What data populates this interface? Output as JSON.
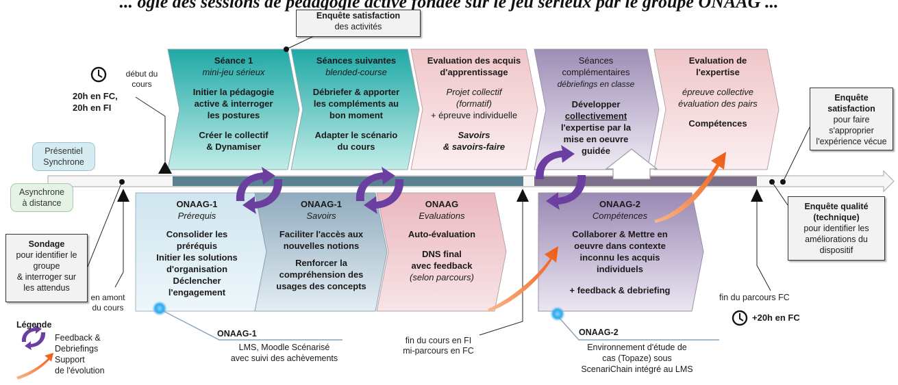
{
  "title": "... ogie des sessions de pédagogie active fondée sur le jeu sérieux par le groupe ONAAG ...",
  "top_survey": {
    "title": "Enquête satisfaction",
    "sub": "des activités"
  },
  "clock_left": {
    "l1": "20h en FC,",
    "l2": "20h en FI"
  },
  "start_label": {
    "l1": "début du",
    "l2": "cours"
  },
  "mode_sync": {
    "l1": "Présentiel",
    "l2": "Synchrone"
  },
  "mode_async": {
    "l1": "Asynchrone",
    "l2": "à distance"
  },
  "stage_top": [
    {
      "title": "Séance 1",
      "sub": "mini-jeu sérieux",
      "b1": "Initier la pédagogie",
      "b2": "active & interroger",
      "b3": "les postures",
      "c1": "Créer le collectif",
      "c2": "& Dynamiser"
    },
    {
      "title": "Séances suivantes",
      "sub": "blended-course",
      "b1": "Débriefer & apporter",
      "b2": "les compléments au",
      "b3": "bon moment",
      "c1": "Adapter le scénario",
      "c2": "du cours"
    },
    {
      "t1": "Evaluation des acquis",
      "t2": "d'apprentissage",
      "s1": "Projet collectif",
      "s2": "(formatif)",
      "s3": "+ épreuve individuelle",
      "c1": "Savoirs",
      "c2": "& savoirs-faire"
    },
    {
      "t1": "Séances",
      "t2": "complémentaires",
      "sub": "débriefings en classe",
      "b1": "Développer",
      "b2": "collectivement",
      "b3": "l'expertise par la",
      "b4": "mise en oeuvre",
      "b5": "guidée"
    },
    {
      "t1": "Evaluation de",
      "t2": "l'expertise",
      "s1": "épreuve collective",
      "s2": "évaluation des pairs",
      "c1": "Compétences"
    }
  ],
  "stage_bottom": [
    {
      "title": "ONAAG-1",
      "sub": "Prérequis",
      "b1": "Consolider les",
      "b2": "préréquis",
      "b3": "Initier les solutions",
      "b4": "d'organisation",
      "b5": "Déclencher",
      "b6": "l'engagement"
    },
    {
      "title": "ONAAG-1",
      "sub": "Savoirs",
      "b1": "Faciliter l'accès aux",
      "b2": "nouvelles notions",
      "c1": "Renforcer la",
      "c2": "compréhension des",
      "c3": "usages des concepts"
    },
    {
      "title": "ONAAG",
      "sub": "Evaluations",
      "b1": "Auto-évaluation",
      "c1": "DNS final",
      "c2": "avec feedback",
      "c3": "(selon parcours)"
    },
    {
      "title": "ONAAG-2",
      "sub": "Compétences",
      "b1": "Collaborer & Mettre en",
      "b2": "oeuvre dans contexte",
      "b3": "inconnu les acquis",
      "b4": "individuels",
      "c1": "+ feedback & debriefing"
    }
  ],
  "survey_right": {
    "title1": "Enquête",
    "title2": "satisfaction",
    "s1": "pour faire",
    "s2": "s'approprier",
    "s3": "l'expérience vécue"
  },
  "quality_right": {
    "title1": "Enquête qualité",
    "title2": "(technique)",
    "s1": "pour identifier les",
    "s2": "améliorations du",
    "s3": "dispositif"
  },
  "sondage": {
    "title": "Sondage",
    "s1": "pour identifier le",
    "s2": "groupe",
    "s3": "& interroger sur",
    "s4": "les attendus"
  },
  "amont": {
    "l1": "en amont",
    "l2": "du cours"
  },
  "onaag1_tool": {
    "title": "ONAAG-1",
    "l1": "LMS, Moodle Scénarisé",
    "l2": "avec suivi des achèvements"
  },
  "fin_cours": {
    "l1": "fin du cours en FI",
    "l2": "mi-parcours en FC"
  },
  "onaag2_tool": {
    "title": "ONAAG-2",
    "l1": "Environnement d'étude de",
    "l2": "cas (Topaze) sous",
    "l3": "ScenariChain intégré au LMS"
  },
  "fin_parcours": {
    "l1": "fin du parcours FC",
    "clock": "+20h en FC"
  },
  "legend": {
    "title": "Légende",
    "fb1": "Feedback &",
    "fb2": "Debriefings",
    "sp1": "Support",
    "sp2": "de l'évolution"
  },
  "colors": {
    "teal": "#2bb5b0",
    "pink": "#f3d0d3",
    "purple": "#a899bd",
    "lightblue": "#d9ebf3",
    "steel": "#9eb6c6",
    "orange": "#f07a2e",
    "arrow_purple": "#6a3fa0"
  }
}
